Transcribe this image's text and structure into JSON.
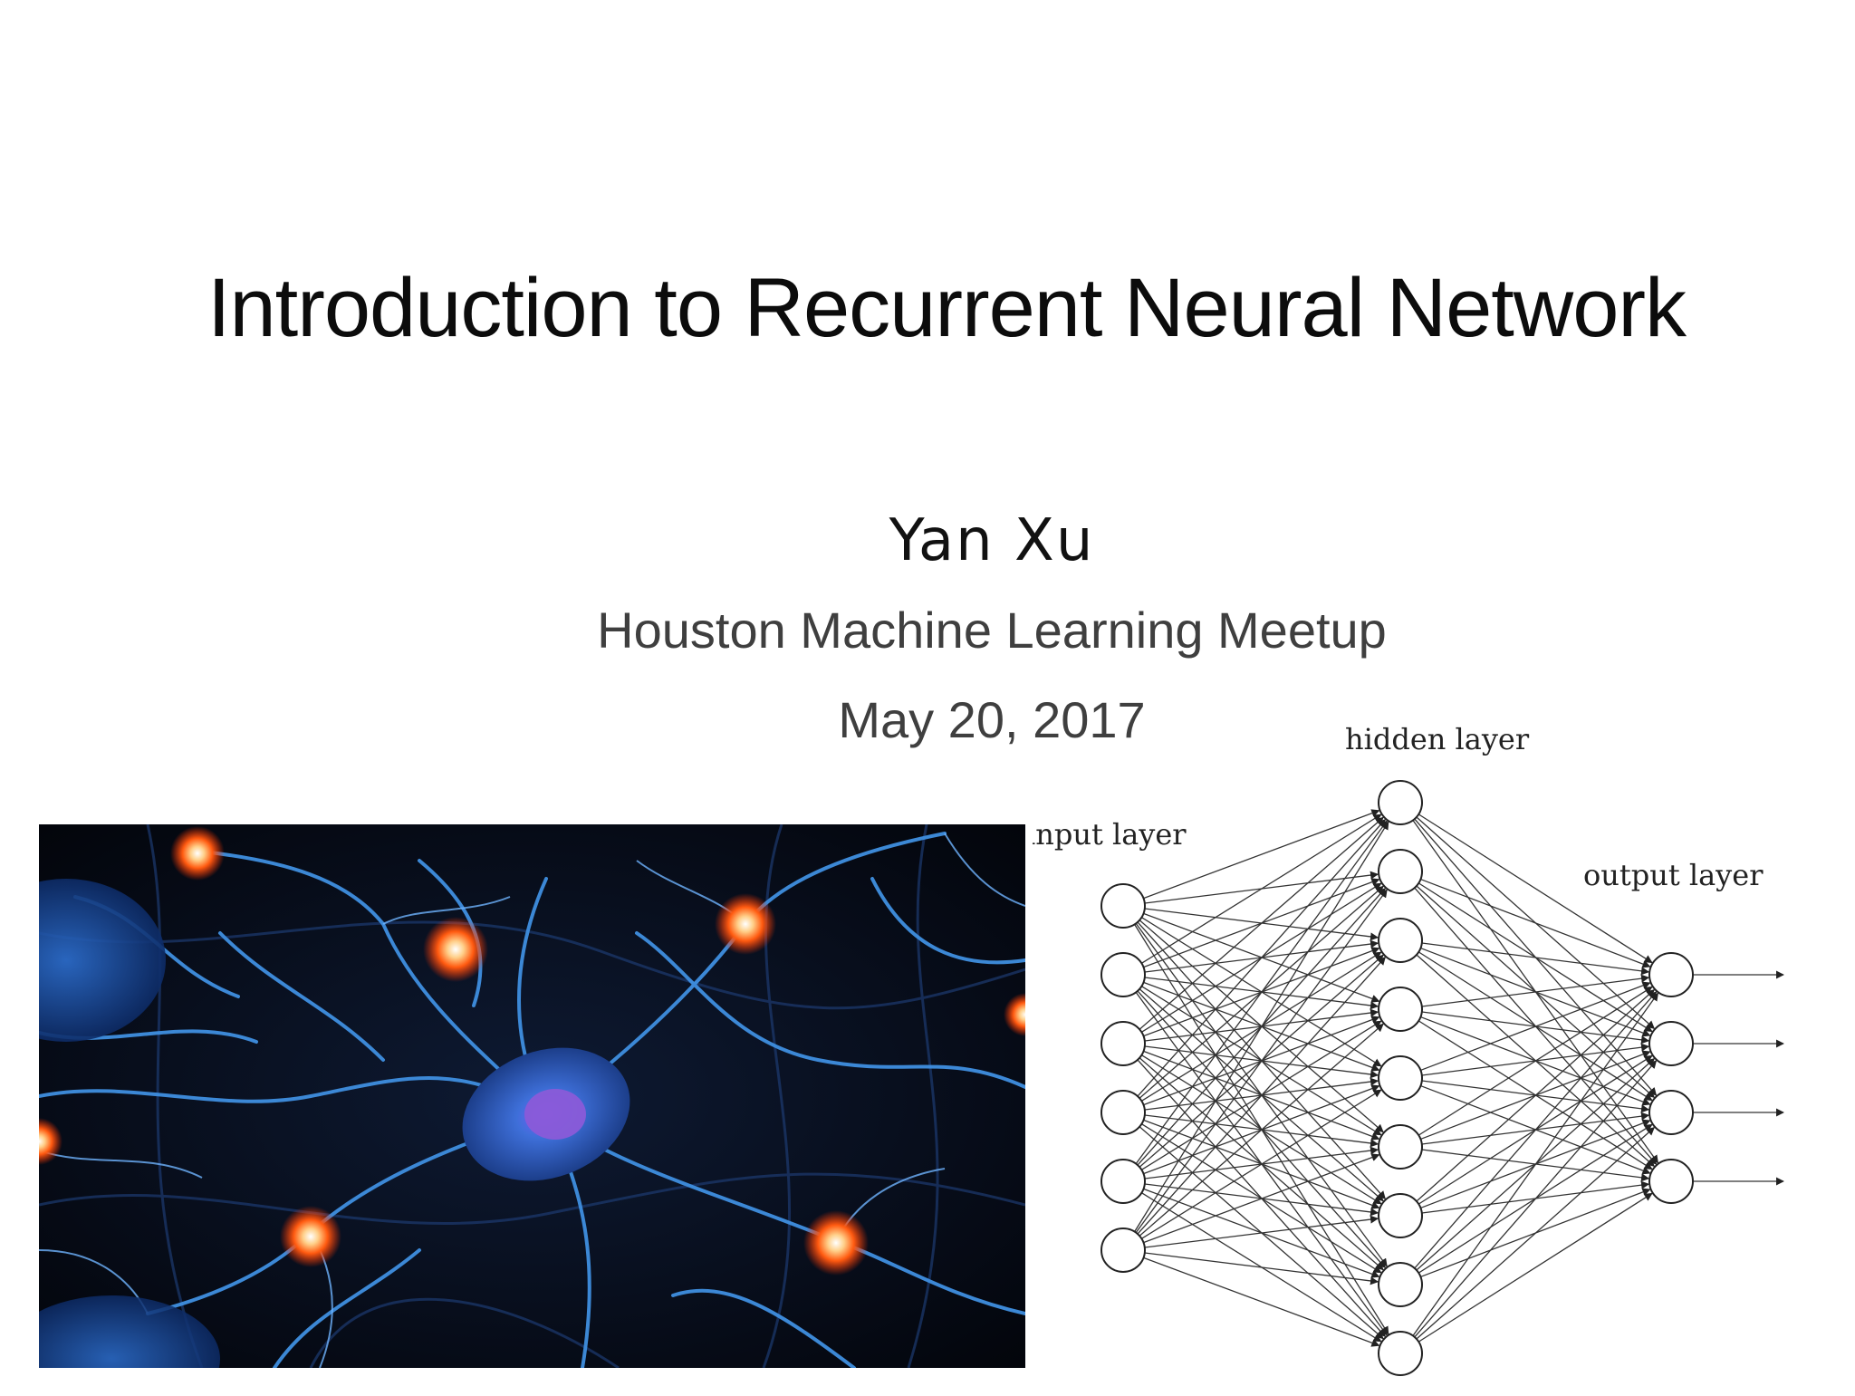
{
  "slide": {
    "title": "Introduction to Recurrent Neural Network",
    "author": "Yan Xu",
    "event": "Houston Machine Learning Meetup",
    "date": "May 20, 2017"
  },
  "diagram": {
    "labels": {
      "input": "input layer",
      "hidden": "hidden layer",
      "output": "output layer"
    },
    "layers": {
      "input_nodes": 6,
      "hidden_nodes": 9,
      "output_nodes": 4
    }
  },
  "image": {
    "icon": "neuron-photo",
    "colors": {
      "background": "#05070f",
      "dendrite": "#3f8fe0",
      "glow": "#ff6a1a"
    }
  }
}
